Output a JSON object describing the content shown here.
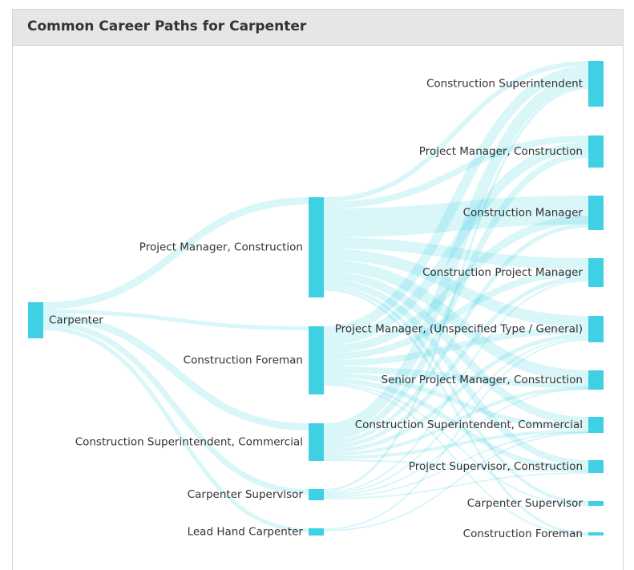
{
  "title": "Common Career Paths for Carpenter",
  "colors": {
    "node": "#3fd0e3",
    "link": "#3fd0e3",
    "text": "#333333",
    "header_bg": "#e6e6e6"
  },
  "sankey": {
    "columns": [
      {
        "nodes": [
          {
            "id": "c0",
            "label": "Carpenter"
          }
        ]
      },
      {
        "nodes": [
          {
            "id": "m0",
            "label": "Project Manager, Construction"
          },
          {
            "id": "m1",
            "label": "Construction Foreman"
          },
          {
            "id": "m2",
            "label": "Construction Superintendent, Commercial"
          },
          {
            "id": "m3",
            "label": "Carpenter Supervisor"
          },
          {
            "id": "m4",
            "label": "Lead Hand Carpenter"
          }
        ]
      },
      {
        "nodes": [
          {
            "id": "r0",
            "label": "Construction Superintendent"
          },
          {
            "id": "r1",
            "label": "Project Manager, Construction"
          },
          {
            "id": "r2",
            "label": "Construction Manager"
          },
          {
            "id": "r3",
            "label": "Construction Project Manager"
          },
          {
            "id": "r4",
            "label": "Project Manager, (Unspecified Type / General)"
          },
          {
            "id": "r5",
            "label": "Senior Project Manager, Construction"
          },
          {
            "id": "r6",
            "label": "Construction Superintendent, Commercial"
          },
          {
            "id": "r7",
            "label": "Project Supervisor, Construction"
          },
          {
            "id": "r8",
            "label": "Carpenter Supervisor"
          },
          {
            "id": "r9",
            "label": "Construction Foreman"
          }
        ]
      }
    ]
  }
}
